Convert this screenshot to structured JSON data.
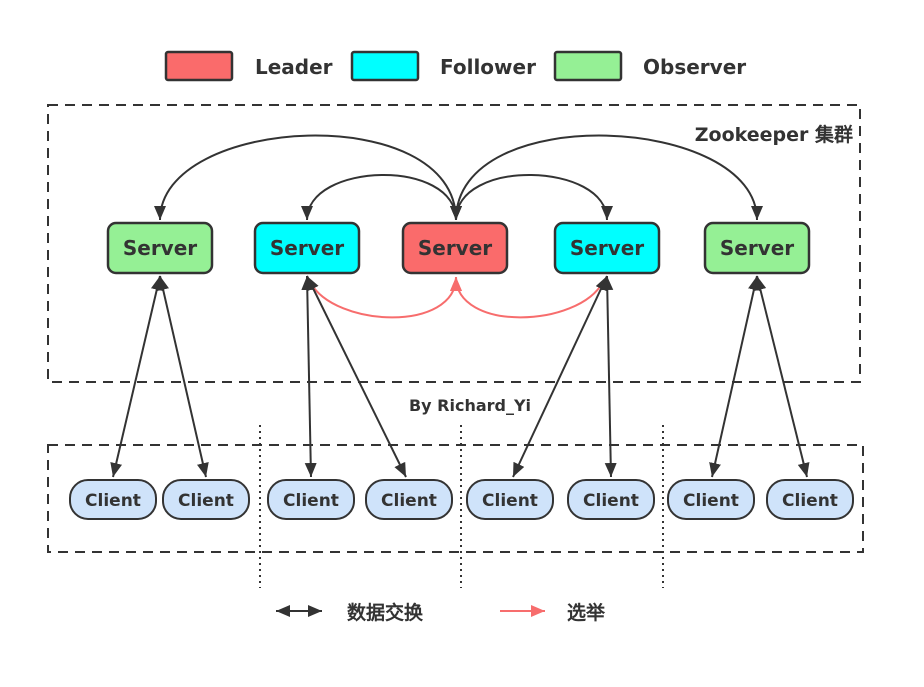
{
  "diagram_title": "Zookeeper 集群",
  "colors": {
    "leader": "#fa6b6b",
    "follower": "#00ffff",
    "observer": "#95f095",
    "client": "#cfe3fa",
    "line": "#333333",
    "election": "#f76d6d",
    "byline": "#0e6fd6"
  },
  "legend_top": {
    "items": [
      {
        "label": "Leader",
        "color": "#fa6b6b"
      },
      {
        "label": "Follower",
        "color": "#00ffff"
      },
      {
        "label": "Observer",
        "color": "#95f095"
      }
    ]
  },
  "cluster": {
    "label": "Zookeeper 集群",
    "servers": [
      {
        "label": "Server",
        "role": "Observer",
        "color": "#95f095"
      },
      {
        "label": "Server",
        "role": "Follower",
        "color": "#00ffff"
      },
      {
        "label": "Server",
        "role": "Leader",
        "color": "#fa6b6b"
      },
      {
        "label": "Server",
        "role": "Follower",
        "color": "#00ffff"
      },
      {
        "label": "Server",
        "role": "Observer",
        "color": "#95f095"
      }
    ]
  },
  "byline": "By Richard_Yi",
  "clients": {
    "nodes": [
      {
        "label": "Client"
      },
      {
        "label": "Client"
      },
      {
        "label": "Client"
      },
      {
        "label": "Client"
      },
      {
        "label": "Client"
      },
      {
        "label": "Client"
      },
      {
        "label": "Client"
      },
      {
        "label": "Client"
      }
    ]
  },
  "legend_bottom": {
    "data_exchange": "数据交换",
    "election": "选举"
  }
}
